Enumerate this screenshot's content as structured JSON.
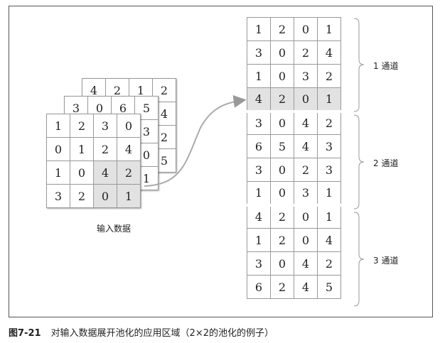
{
  "input_layers": [
    {
      "rows": [
        [
          "4",
          "2",
          "1",
          "2"
        ],
        [
          "",
          "",
          "",
          "4"
        ],
        [
          "",
          "",
          "",
          "2"
        ],
        [
          "",
          "",
          "",
          "5"
        ]
      ]
    },
    {
      "rows": [
        [
          "3",
          "0",
          "6",
          "5"
        ],
        [
          "",
          "",
          "",
          "3"
        ],
        [
          "",
          "",
          "",
          "0"
        ],
        [
          "",
          "",
          "",
          "1"
        ]
      ]
    },
    {
      "rows": [
        [
          "1",
          "2",
          "3",
          "0"
        ],
        [
          "0",
          "1",
          "2",
          "4"
        ],
        [
          "1",
          "0",
          "4",
          "2"
        ],
        [
          "3",
          "2",
          "0",
          "1"
        ]
      ]
    }
  ],
  "input_label": "输入数据",
  "expanded_rows": [
    [
      "1",
      "2",
      "0",
      "1"
    ],
    [
      "3",
      "0",
      "2",
      "4"
    ],
    [
      "1",
      "0",
      "3",
      "2"
    ],
    [
      "4",
      "2",
      "0",
      "1"
    ],
    [
      "3",
      "0",
      "4",
      "2"
    ],
    [
      "6",
      "5",
      "4",
      "3"
    ],
    [
      "3",
      "0",
      "2",
      "3"
    ],
    [
      "1",
      "0",
      "3",
      "1"
    ],
    [
      "4",
      "2",
      "0",
      "1"
    ],
    [
      "1",
      "2",
      "0",
      "4"
    ],
    [
      "3",
      "0",
      "4",
      "2"
    ],
    [
      "6",
      "2",
      "4",
      "5"
    ]
  ],
  "channels": [
    {
      "label": "1 通道"
    },
    {
      "label": "2 通道"
    },
    {
      "label": "3 通道"
    }
  ],
  "caption": {
    "figure_number": "图7-21",
    "text": "对输入数据展开池化的应用区域（2×2的池化的例子）"
  }
}
